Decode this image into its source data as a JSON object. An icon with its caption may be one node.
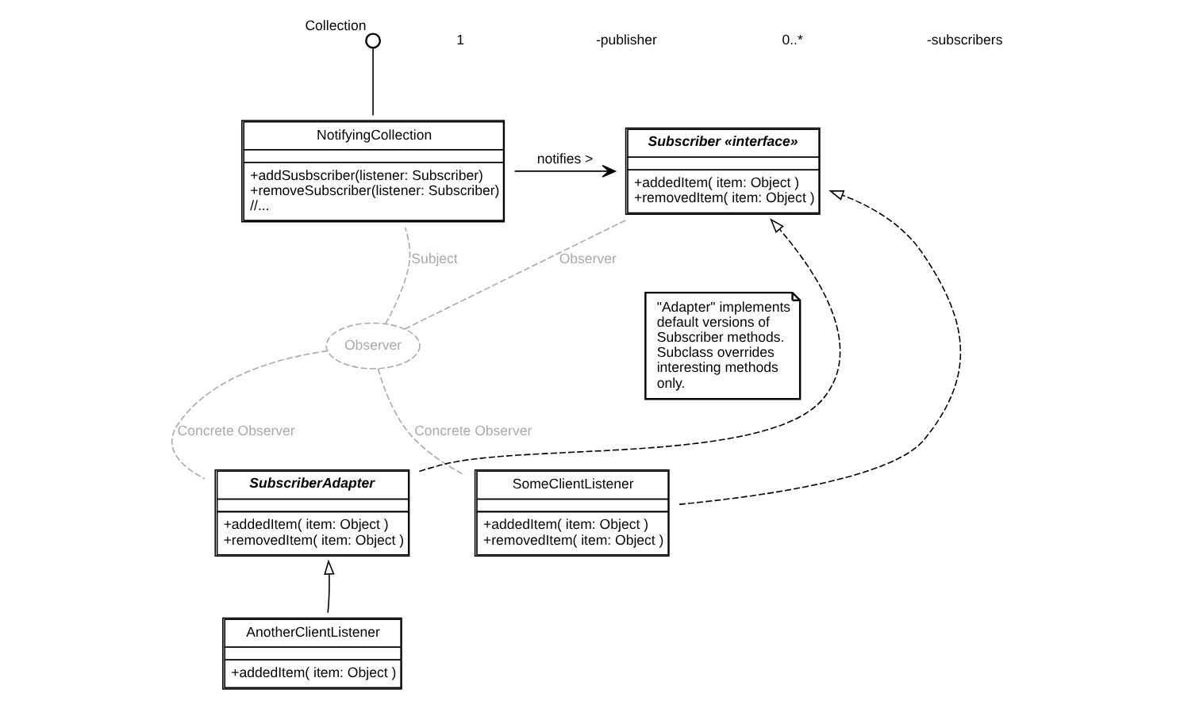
{
  "diagram": {
    "nodes": [
      {
        "text": [],
        "shape": "circle",
        "beside": [
          "Collection"
        ]
      },
      {
        "text": [
          "NotifyingCollection",
          "+addSusbscriber(listener: Subscriber) +removeSubscriber(listener: Subscriber) //..."
        ]
      },
      {
        "text": [
          "Subscriber «interface»",
          "+addedItem( item: Object ) +removedItem( item: Object )"
        ]
      },
      {
        "text": [
          "\"Adapter\" implements default versions of Subscriber methods. Subclass overrides interesting methods only."
        ]
      },
      {
        "text": [
          "Observer"
        ]
      },
      {
        "text": [
          "SubscriberAdapter",
          "+addedItem( item: Object ) +removedItem( item: Object )"
        ]
      },
      {
        "text": [
          "SomeClientListener",
          "+addedItem( item: Object ) +removedItem( item: Object )"
        ]
      },
      {
        "text": [
          "AnotherClientListener",
          "+addedItem( item: Object )"
        ]
      }
    ],
    "edges": [
      {
        "from": 0,
        "to": 1,
        "arrow": "none"
      },
      {
        "from": 1,
        "to": 2,
        "arrow": "to",
        "label": "notifies >"
      },
      {
        "from": 4,
        "to": 1,
        "arrow": "none",
        "label": "Subject",
        "style": "dashed",
        "color": "#aaaaaa"
      },
      {
        "from": 4,
        "to": 2,
        "arrow": "none",
        "label": "Observer",
        "style": "dashed",
        "color": "#aaaaaa"
      },
      {
        "from": 4,
        "to": 5,
        "arrow": "none",
        "label": "Concrete Observer",
        "style": "dashed",
        "color": "#aaaaaa"
      },
      {
        "from": 4,
        "to": 6,
        "arrow": "none",
        "label": "Concrete Observer",
        "style": "dashed",
        "color": "#aaaaaa"
      },
      {
        "from": 5,
        "to": 2,
        "arrow": "to",
        "style": "dashed"
      },
      {
        "from": 6,
        "to": 2,
        "arrow": "to",
        "style": "dashed"
      },
      {
        "from": 7,
        "to": 5,
        "arrow": "to"
      }
    ],
    "labels": [
      "1",
      "-publisher",
      "0..*",
      "-subscribers"
    ]
  }
}
